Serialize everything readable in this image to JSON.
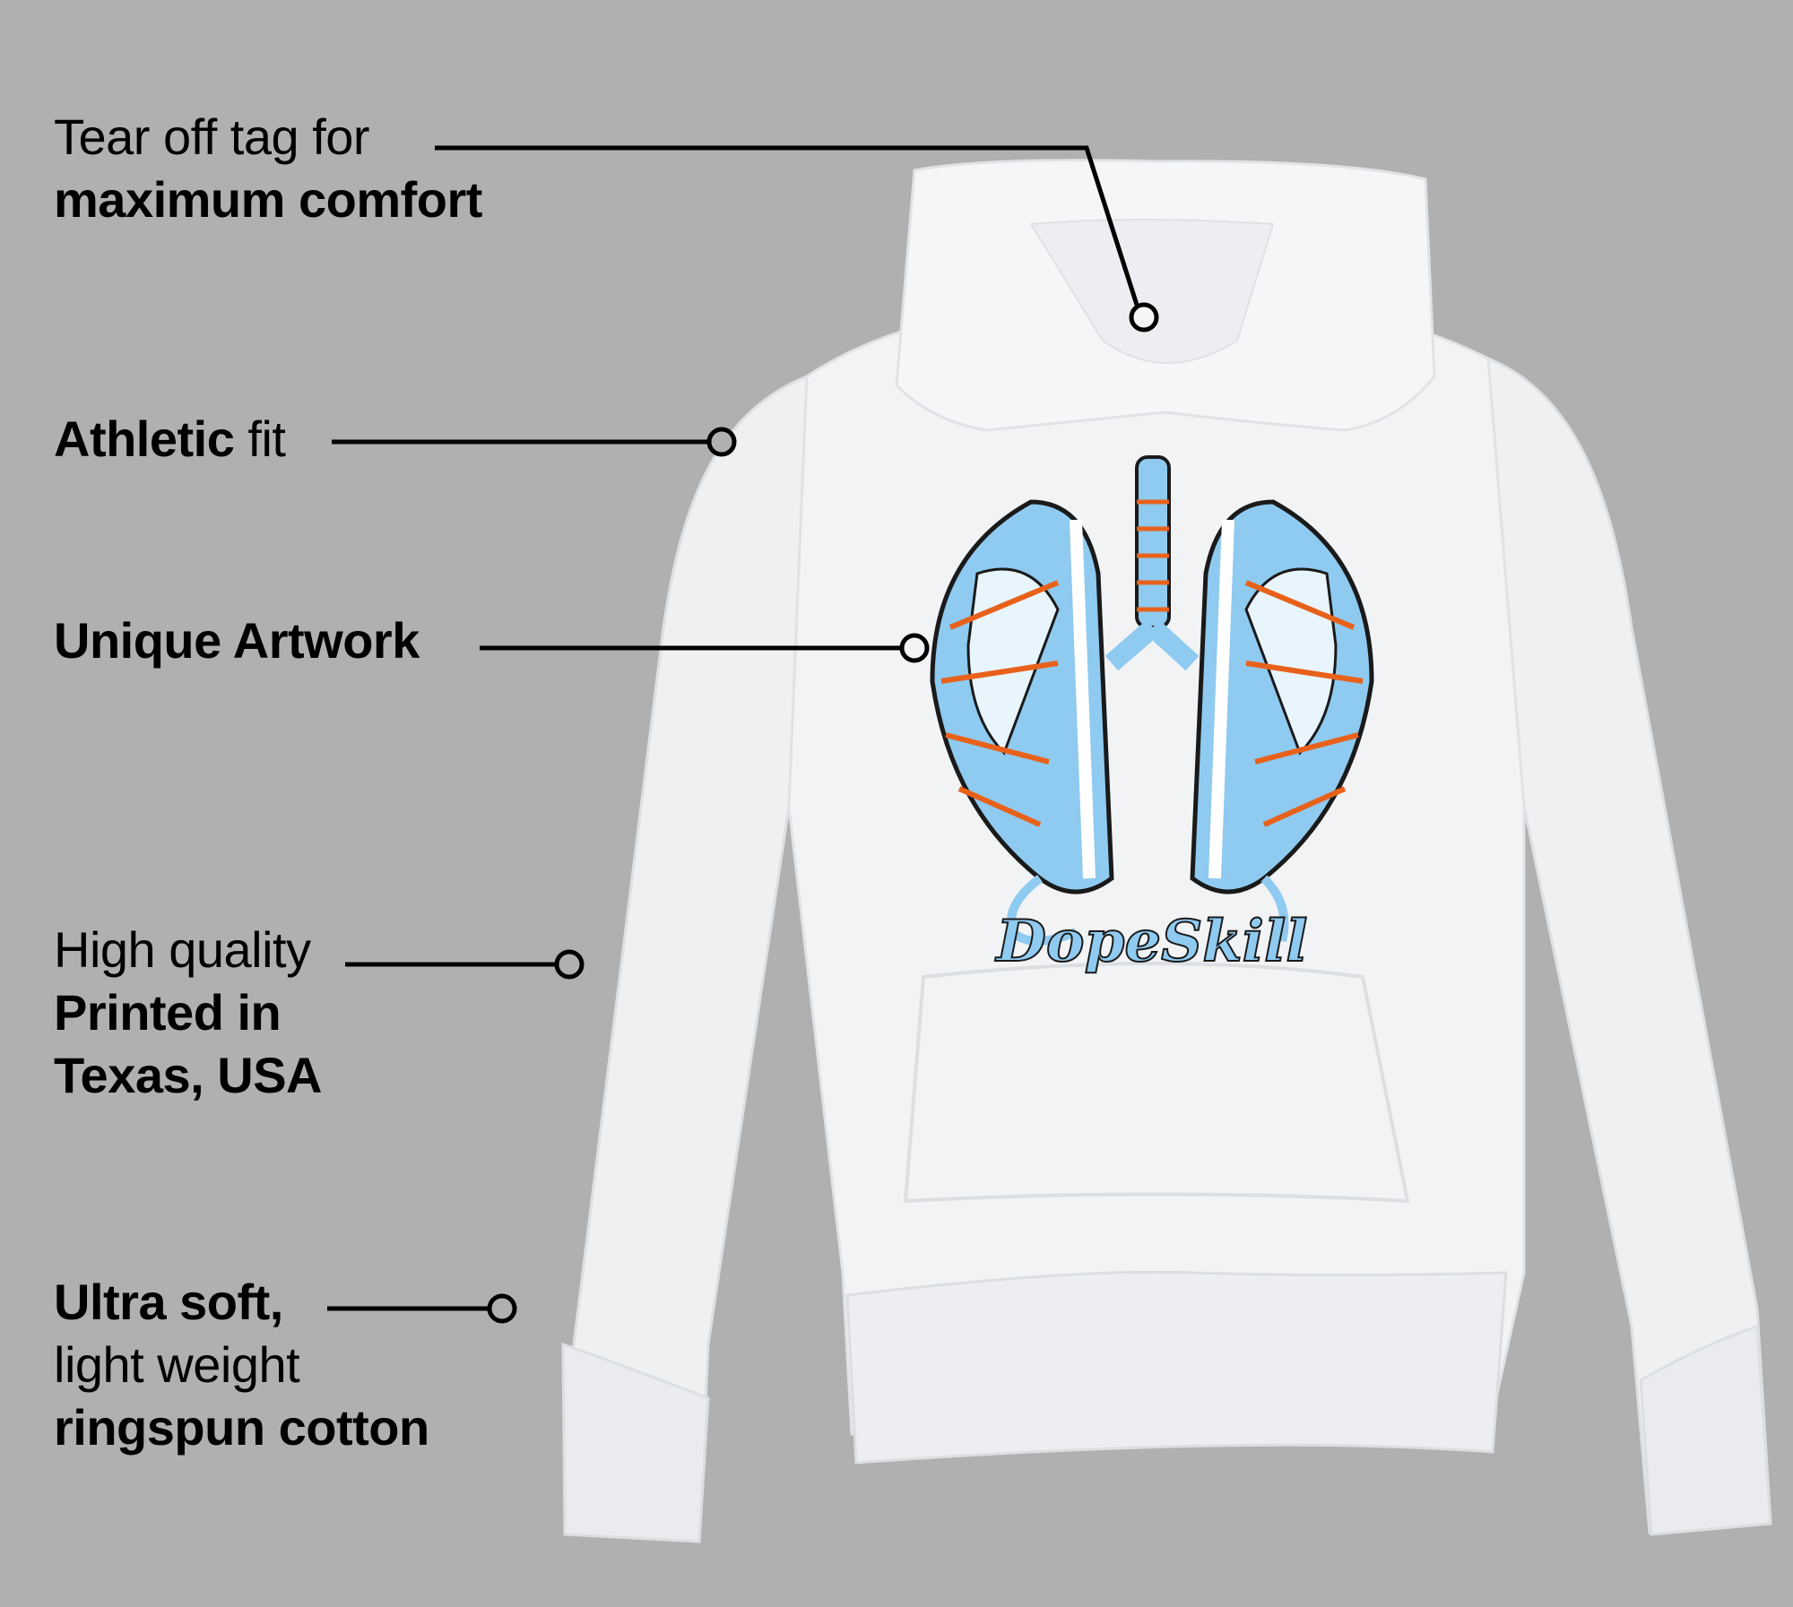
{
  "background_color": "#b0b0b0",
  "features": [
    {
      "id": "tag",
      "lines": [
        [
          {
            "text": "Tear off tag for",
            "bold": false
          }
        ],
        [
          {
            "text": "maximum comfort",
            "bold": true
          }
        ]
      ]
    },
    {
      "id": "fit",
      "lines": [
        [
          {
            "text": "Athletic",
            "bold": true
          },
          {
            "text": " fit",
            "bold": false
          }
        ]
      ]
    },
    {
      "id": "artwork",
      "lines": [
        [
          {
            "text": "Unique Artwork",
            "bold": true
          }
        ]
      ]
    },
    {
      "id": "print",
      "lines": [
        [
          {
            "text": "High quality",
            "bold": false
          }
        ],
        [
          {
            "text": "Printed in",
            "bold": true
          }
        ],
        [
          {
            "text": "Texas, USA",
            "bold": true
          }
        ]
      ]
    },
    {
      "id": "fabric",
      "lines": [
        [
          {
            "text": "Ultra soft,",
            "bold": true
          }
        ],
        [
          {
            "text": "light weight",
            "bold": false
          }
        ],
        [
          {
            "text": "ringspun cotton",
            "bold": true
          }
        ]
      ]
    }
  ],
  "product": {
    "type": "hoodie",
    "color": "#f2f3f5",
    "artwork_brand_text": "DopeSkill",
    "artwork_colors": {
      "blue": "#8fcaf0",
      "orange": "#e8611a",
      "outline": "#1a1a1a"
    }
  }
}
